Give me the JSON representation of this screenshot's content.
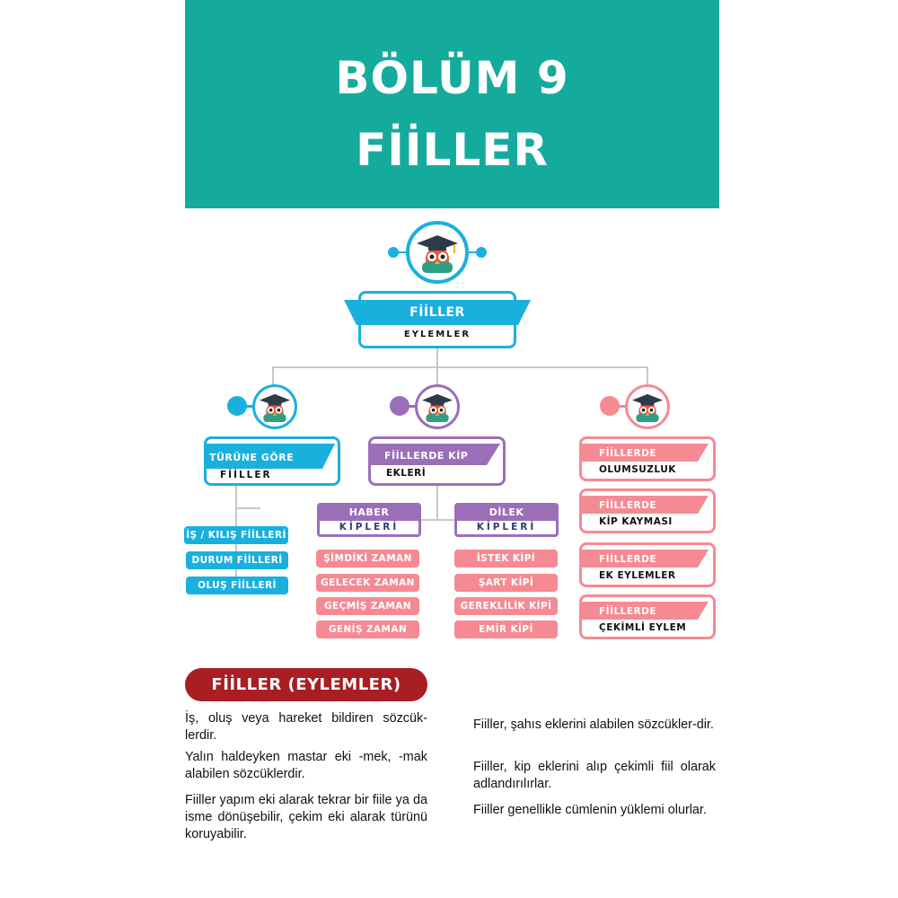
{
  "header": {
    "line1": "BÖLÜM 9",
    "line2": "FİİLLER"
  },
  "colors": {
    "teal": "#15ab9c",
    "blue": "#1ab0de",
    "purple": "#9b6fb8",
    "pink": "#f58a93",
    "red": "#a81e22"
  },
  "root": {
    "title": "FİİLLER",
    "subtitle": "EYLEMLER"
  },
  "branch_types": {
    "title": "TÜRÜNE GÖRE",
    "subtitle": "FİİLLER",
    "items": [
      "İŞ / KILIŞ FİİLLERİ",
      "DURUM FİİLLERİ",
      "OLUŞ FİİLLERİ"
    ]
  },
  "branch_kip": {
    "title": "FİİLLERDE KİP",
    "subtitle": "EKLERİ",
    "haber": {
      "title": "HABER",
      "subtitle": "KİPLERİ",
      "items": [
        "ŞİMDİKİ ZAMAN",
        "GELECEK ZAMAN",
        "GEÇMİŞ ZAMAN",
        "GENİŞ ZAMAN"
      ]
    },
    "dilek": {
      "title": "DİLEK",
      "subtitle": "KİPLERİ",
      "items": [
        "İSTEK KİPİ",
        "ŞART KİPİ",
        "GEREKLİLİK KİPİ",
        "EMİR KİPİ"
      ]
    }
  },
  "branch_other": {
    "boxes": [
      {
        "title": "FİİLLERDE",
        "subtitle": "OLUMSUZLUK"
      },
      {
        "title": "FİİLLERDE",
        "subtitle": "KİP KAYMASI"
      },
      {
        "title": "FİİLLERDE",
        "subtitle": "EK EYLEMLER"
      },
      {
        "title": "FİİLLERDE",
        "subtitle": "ÇEKİMLİ EYLEM"
      }
    ]
  },
  "section": {
    "title": "FİİLLER (EYLEMLER)",
    "left_paragraphs": [
      "İş, oluş veya hareket bildiren sözcük-lerdir.",
      "Yalın haldeyken mastar eki -mek, -mak alabilen sözcüklerdir.",
      "Fiiller yapım eki alarak tekrar bir fiile ya da isme dönüşebilir, çekim eki alarak türünü koruyabilir."
    ],
    "right_paragraphs": [
      "Fiiller, şahıs eklerini alabilen sözcükler-dir.",
      "Fiiller, kip eklerini alıp çekimli fiil olarak adlandırılırlar.",
      "Fiiller genellikle cümlenin yüklemi olurlar."
    ]
  }
}
